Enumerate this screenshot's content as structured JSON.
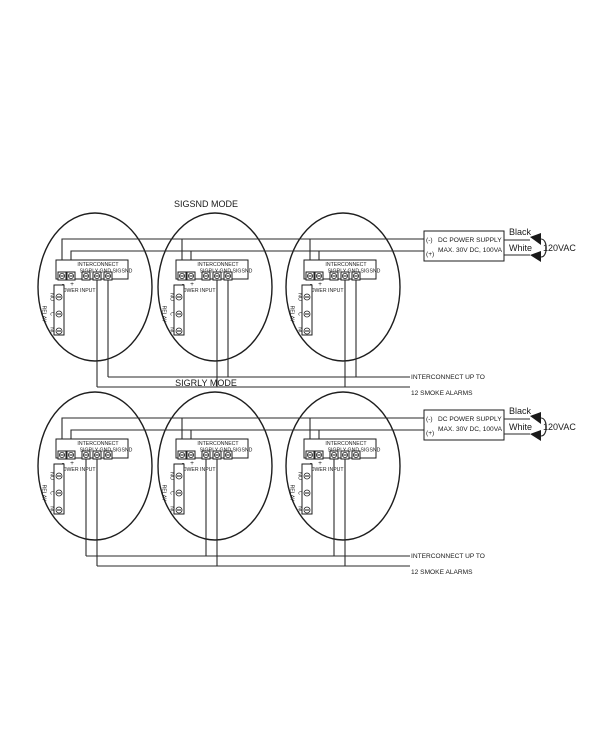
{
  "colors": {
    "ink": "#1e1e1e",
    "background": "#ffffff"
  },
  "sections": [
    {
      "mode_title": "SIGSND MODE",
      "interconnect_note": [
        "INTERCONNECT UP TO",
        "12 SMOKE ALARMS"
      ]
    },
    {
      "mode_title": "SIGRLY MODE",
      "interconnect_note": [
        "INTERCONNECT UP TO",
        "12 SMOKE ALARMS"
      ]
    }
  ],
  "alarm_labels": {
    "interconnect": "INTERCONNECT",
    "terminal_names": "SIGRLY GND SIGSND",
    "polarity_minus": "-",
    "polarity_plus": "+",
    "power_input": "POWER INPUT",
    "relay": "RELAY",
    "relay_contacts": [
      "NO",
      "C",
      "NC"
    ]
  },
  "power_supply": {
    "minus": "(-)",
    "plus": "(+)",
    "line1": "DC POWER SUPPLY",
    "line2": "MAX. 30V DC, 100VA",
    "black_label": "Black",
    "white_label": "White",
    "ac_label": "120VAC"
  },
  "icons": [
    "screw-terminal-icon",
    "ac-plug-icon"
  ]
}
